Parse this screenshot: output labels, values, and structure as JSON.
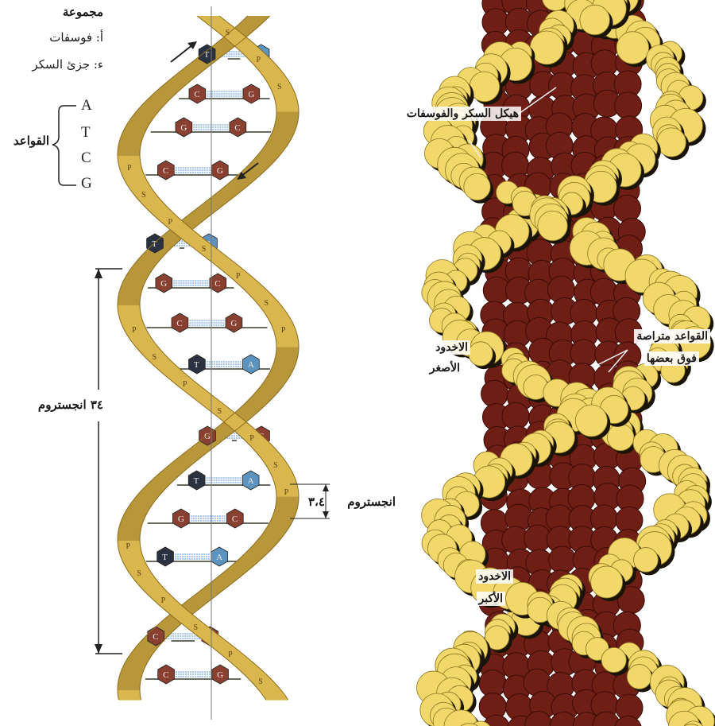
{
  "legend": {
    "title": "مجموعة",
    "phosphate": "أ: فوسفات",
    "sugar": "ء: جزئ السكر",
    "bases_label": "القواعد",
    "bases": [
      "A",
      "T",
      "C",
      "G"
    ]
  },
  "left_model": {
    "helix_pitch_label": "٣٤ انجستروم",
    "base_spacing_label": "انجستروم",
    "base_spacing_value": "٣،٤",
    "base_pairs": [
      {
        "left": "T",
        "right": "A",
        "left_color": "#2a3140",
        "right_color": "#5c93bf"
      },
      {
        "left": "C",
        "right": "G",
        "left_color": "#8a4030",
        "right_color": "#8a4030"
      },
      {
        "left": "G",
        "right": "C",
        "left_color": "#8a4030",
        "right_color": "#8a4030"
      },
      {
        "left": "C",
        "right": "G",
        "left_color": "#8a4030",
        "right_color": "#8a4030"
      },
      {
        "left": "T",
        "right": "A",
        "left_color": "#2a3140",
        "right_color": "#5c93bf"
      },
      {
        "left": "G",
        "right": "C",
        "left_color": "#8a4030",
        "right_color": "#8a4030"
      },
      {
        "left": "C",
        "right": "G",
        "left_color": "#8a4030",
        "right_color": "#8a4030"
      },
      {
        "left": "T",
        "right": "A",
        "left_color": "#2a3140",
        "right_color": "#5c93bf"
      },
      {
        "left": "G",
        "right": "C",
        "left_color": "#8a4030",
        "right_color": "#8a4030"
      },
      {
        "left": "T",
        "right": "A",
        "left_color": "#2a3140",
        "right_color": "#5c93bf"
      },
      {
        "left": "G",
        "right": "C",
        "left_color": "#8a4030",
        "right_color": "#8a4030"
      },
      {
        "left": "T",
        "right": "A",
        "left_color": "#2a3140",
        "right_color": "#5c93bf"
      },
      {
        "left": "C",
        "right": "G",
        "left_color": "#8a4030",
        "right_color": "#8a4030"
      },
      {
        "left": "C",
        "right": "G",
        "left_color": "#8a4030",
        "right_color": "#8a4030"
      }
    ]
  },
  "right_model": {
    "backbone_label": "هيكل السكر والفوسفات",
    "minor_groove_label_1": "الاخدود",
    "minor_groove_label_2": "الأصغر",
    "stacked_bases_label_1": "القواعد متراصة",
    "stacked_bases_label_2": "فوق بعضها",
    "major_groove_label_1": "الاخدود",
    "major_groove_label_2": "الأكبر"
  },
  "colors": {
    "strand": "#d9b64e",
    "strand_dark": "#8a6d1c",
    "atom_yellow": "#f2d86a",
    "atom_brown": "#6e1e14",
    "atom_dark": "#1a1408",
    "h_bond": "#4a8fd8"
  }
}
